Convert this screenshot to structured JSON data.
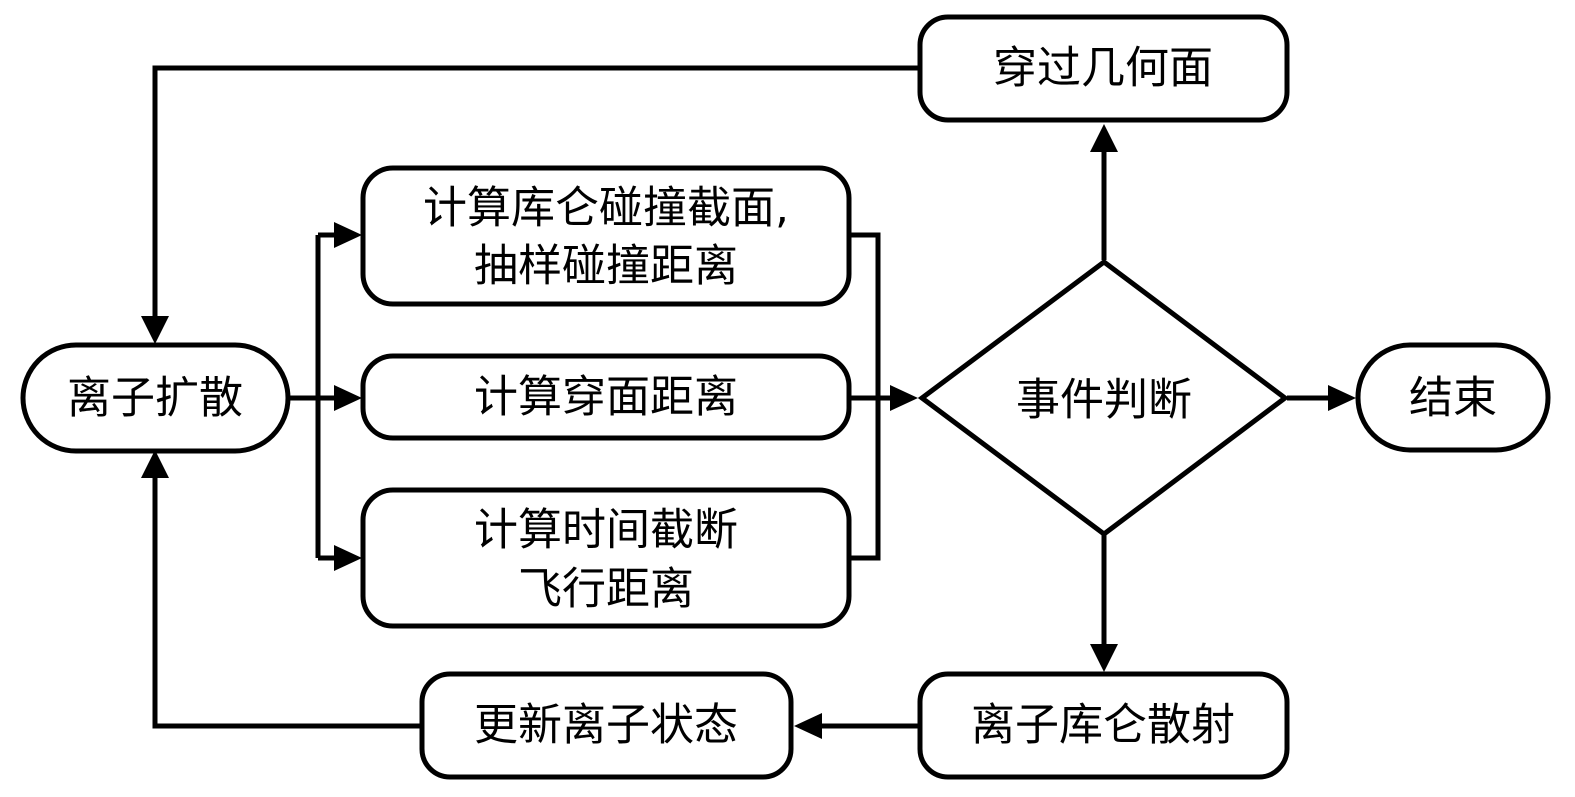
{
  "nodes": {
    "ion_diffusion": "离子扩散",
    "compute_collision": [
      "计算库仑碰撞截面,",
      "抽样碰撞距离"
    ],
    "compute_surface_distance": "计算穿面距离",
    "compute_time_cutoff": [
      "计算时间截断",
      "飞行距离"
    ],
    "event_judgment": "事件判断",
    "cross_geometry_surface": "穿过几何面",
    "end": "结束",
    "coulomb_scattering": "离子库仑散射",
    "update_ion_state": "更新离子状态"
  }
}
